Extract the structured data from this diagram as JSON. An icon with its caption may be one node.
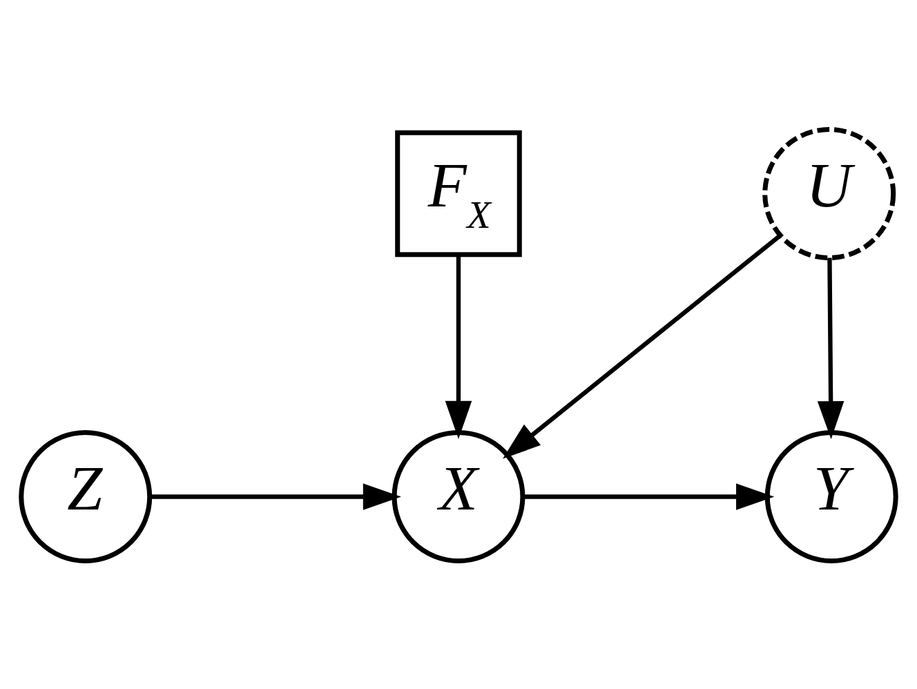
{
  "diagram": {
    "nodes": [
      {
        "text": [
          "U"
        ]
      },
      {
        "text": [
          "Z"
        ]
      },
      {
        "text": [
          "X"
        ]
      },
      {
        "text": [
          "Y"
        ]
      },
      {
        "text": [
          "F$_{X}$"
        ]
      }
    ],
    "edges": [
      {
        "from": 0,
        "to": 2,
        "arrow": "to"
      },
      {
        "from": 0,
        "to": 3,
        "arrow": "to"
      },
      {
        "from": 1,
        "to": 2,
        "arrow": "to"
      },
      {
        "from": 2,
        "to": 3,
        "arrow": "to"
      },
      {
        "from": 4,
        "to": 2,
        "arrow": "to"
      }
    ]
  }
}
